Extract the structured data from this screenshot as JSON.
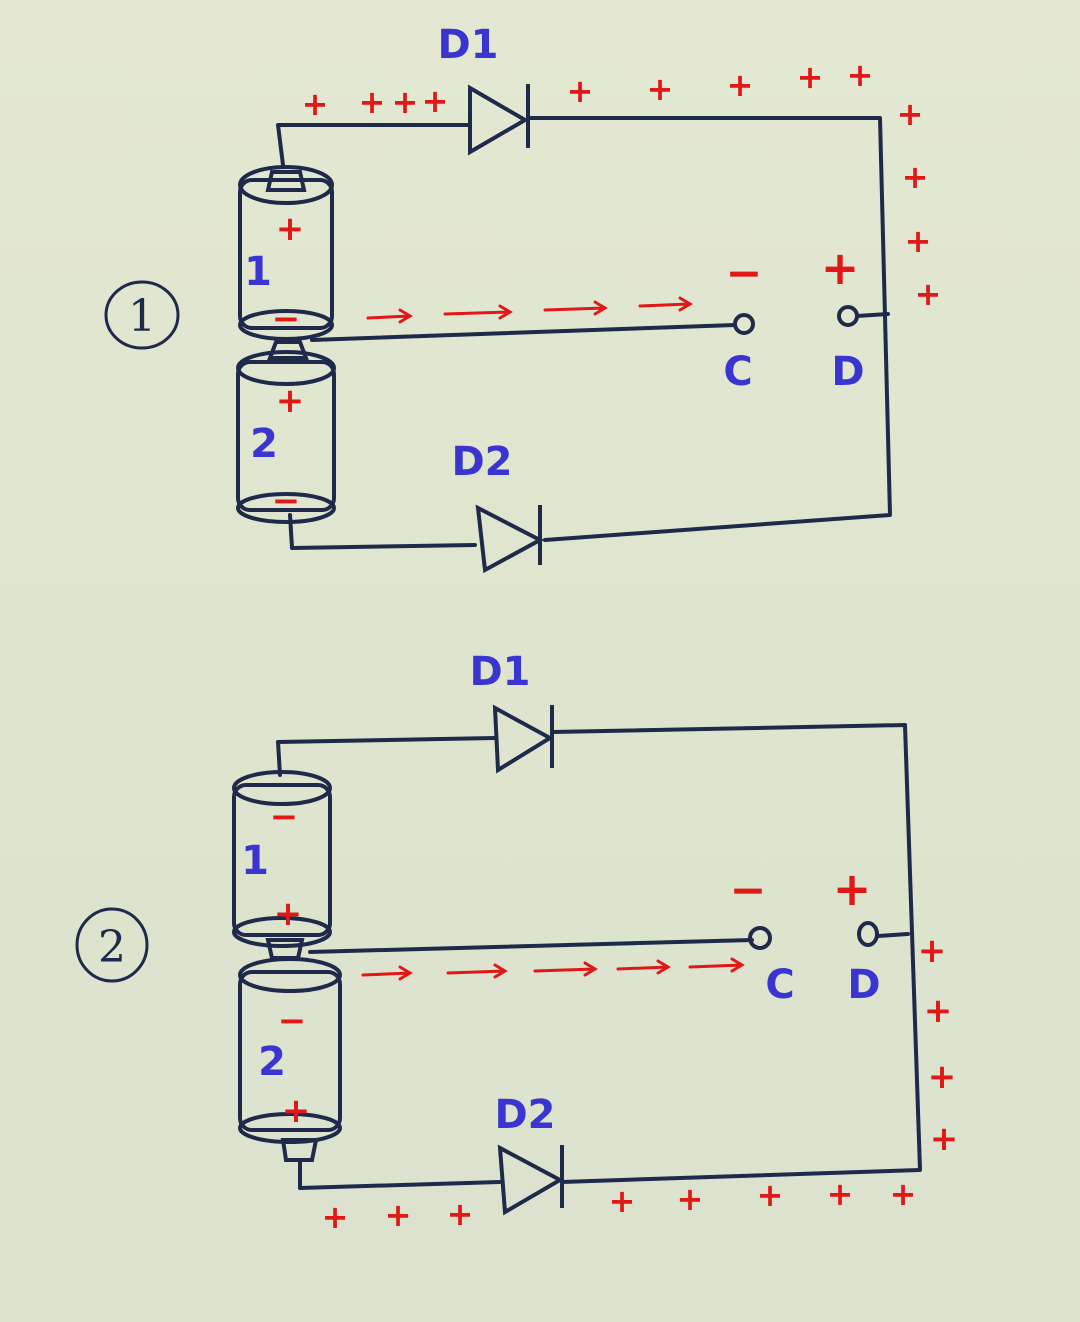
{
  "colors": {
    "ink": "#1f2a4a",
    "label": "#3a35d0",
    "annotation": "#e01818",
    "paper": "#e2e7d1"
  },
  "circuits": [
    {
      "number": "1",
      "battery1": {
        "label": "1",
        "top_polarity": "+",
        "bottom_polarity": "−"
      },
      "battery2": {
        "label": "2",
        "top_polarity": "+",
        "bottom_polarity": "−"
      },
      "diode_top": "D1",
      "diode_bottom": "D2",
      "terminal_c": {
        "label": "C",
        "polarity": "−"
      },
      "terminal_d": {
        "label": "D",
        "polarity": "+"
      },
      "charge_mark": "+",
      "flow": "→"
    },
    {
      "number": "2",
      "battery1": {
        "label": "1",
        "top_polarity": "−",
        "bottom_polarity": "+"
      },
      "battery2": {
        "label": "2",
        "top_polarity": "−",
        "bottom_polarity": "+"
      },
      "diode_top": "D1",
      "diode_bottom": "D2",
      "terminal_c": {
        "label": "C",
        "polarity": "−"
      },
      "terminal_d": {
        "label": "D",
        "polarity": "+"
      },
      "charge_mark": "+",
      "flow": "→"
    }
  ]
}
